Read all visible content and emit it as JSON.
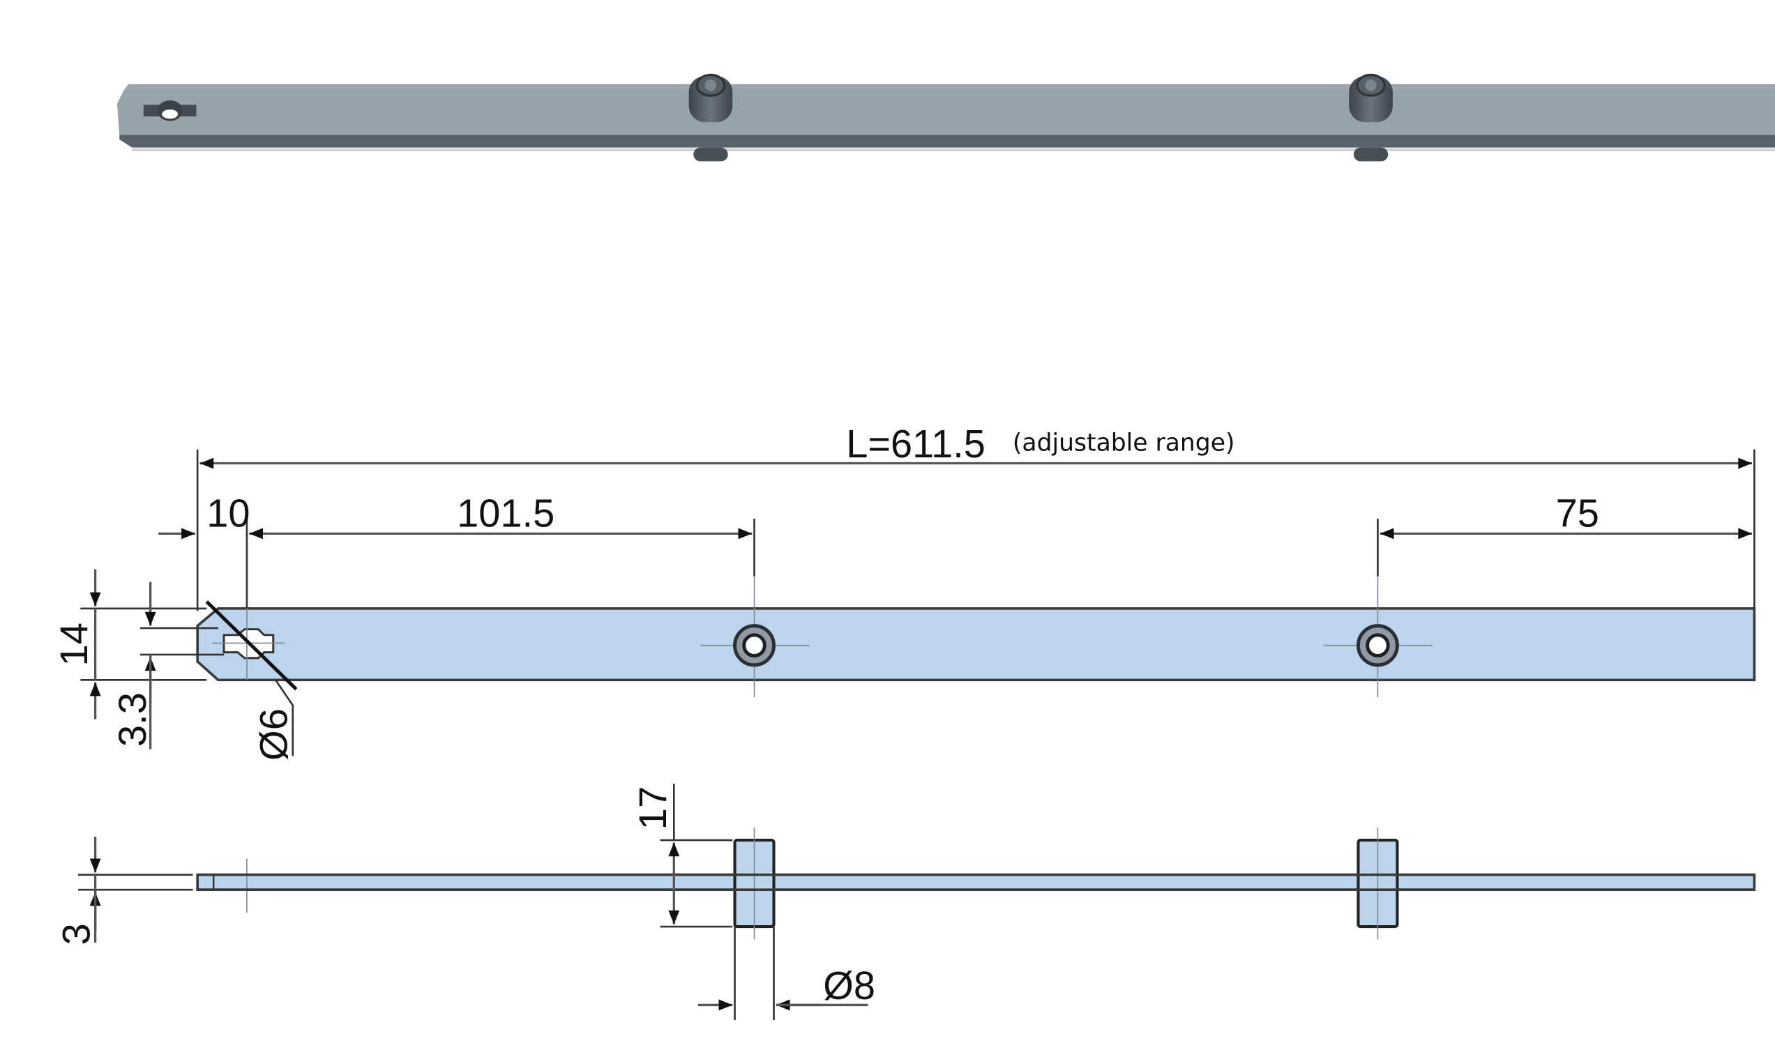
{
  "drawing": {
    "length_label": "L=611.5",
    "length_note": "(adjustable range)",
    "dims": {
      "hole_offset": "10",
      "pin1_offset": "101.5",
      "pin2_from_end": "75",
      "width": "14",
      "hole_offset_v": "3.3",
      "hole_diameter": "Ø6",
      "pin_height": "17",
      "thickness": "3",
      "pin_diameter": "Ø8"
    }
  },
  "colors": {
    "render_face": "#97a3ab",
    "render_edge": "#59616a",
    "part_fill": "#bcd4ec",
    "pin_dark": "#4a5158"
  }
}
